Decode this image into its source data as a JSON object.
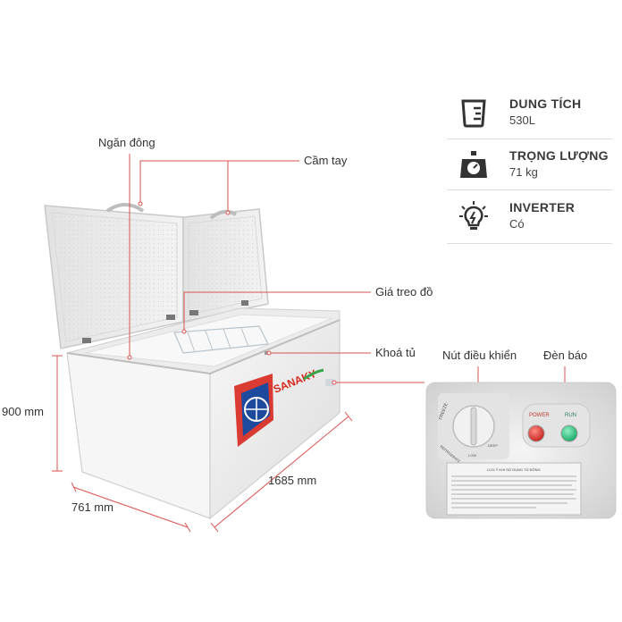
{
  "specs": [
    {
      "name": "DUNG TÍCH",
      "value": "530L",
      "icon": "beaker-icon"
    },
    {
      "name": "TRỌNG LƯỢNG",
      "value": "71 kg",
      "icon": "scale-icon"
    },
    {
      "name": "INVERTER",
      "value": "Có",
      "icon": "lightbulb-icon"
    }
  ],
  "callouts": {
    "freezer": "Ngăn đông",
    "handle": "Cầm tay",
    "hanger": "Giá treo đồ",
    "lock": "Khoá tủ",
    "knob": "Nút điều khiển",
    "lamp": "Đèn báo"
  },
  "dimensions": {
    "height": "900 mm",
    "depth": "761 mm",
    "width": "1685 mm"
  },
  "brand": "SANAKY",
  "panel": {
    "power": "POWER",
    "run": "RUN",
    "freeze": "FREEZE",
    "refrigerate": "REFRIGERATE",
    "low": "LOW",
    "deep": "DEEP",
    "guide_title": "LƯU Ý KHI SỬ DỤNG TỦ ĐÔNG"
  },
  "colors": {
    "callout_line": "#d9534f",
    "brand_red": "#d7281e",
    "brand_blue": "#1d4a9c",
    "run_green": "#1dbf7a",
    "power_red": "#d32a2a"
  }
}
